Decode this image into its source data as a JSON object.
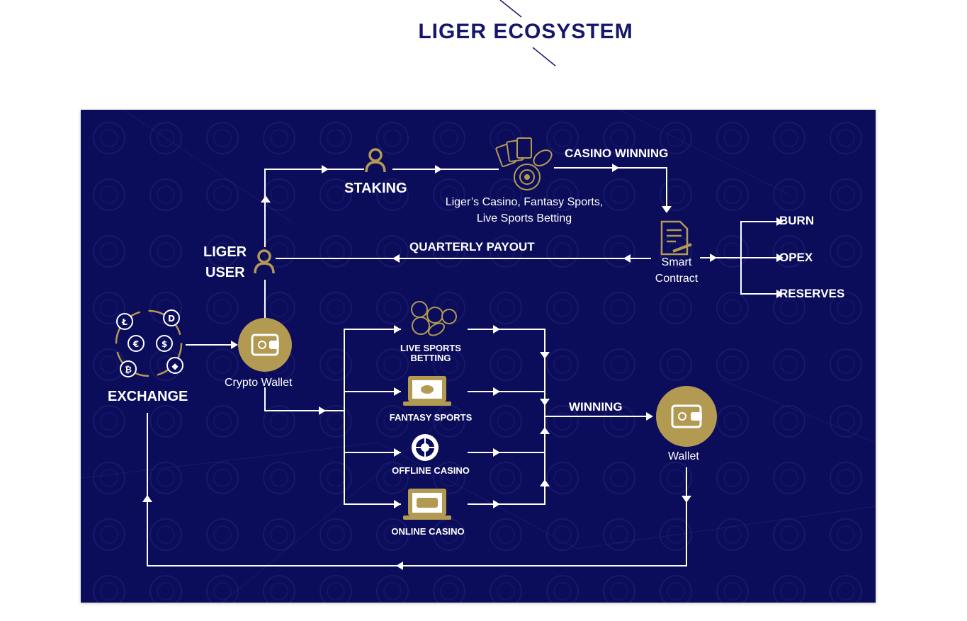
{
  "page": {
    "title": "LIGER ECOSYSTEM"
  },
  "colors": {
    "background": "#0b0c5a",
    "gold": "#b39a52",
    "title": "#16166b",
    "line": "#ffffff"
  },
  "nodes": {
    "staking": "STAKING",
    "casino_caption_line1": "Liger’s Casino, Fantasy Sports,",
    "casino_caption_line2": "Live Sports Betting",
    "casino_winning": "CASINO WINNING",
    "liger_user_line1": "LIGER",
    "liger_user_line2": "USER",
    "quarterly_payout": "QUARTERLY PAYOUT",
    "smart_contract_line1": "Smart",
    "smart_contract_line2": "Contract",
    "burn": "BURN",
    "opex": "OPEX",
    "reserves": "RESERVES",
    "exchange": "EXCHANGE",
    "crypto_wallet": "Crypto Wallet",
    "live_sports_line1": "LIVE SPORTS",
    "live_sports_line2": "BETTING",
    "fantasy_sports": "FANTASY SPORTS",
    "offline_casino": "OFFLINE CASINO",
    "online_casino": "ONLINE CASINO",
    "winning": "WINNING",
    "wallet": "Wallet"
  },
  "icons": {
    "user": "user-icon",
    "casino": "cards-roulette-football-icon",
    "contract": "document-pen-icon",
    "exchange": "currency-cycle-icon",
    "wallet": "wallet-icon",
    "sports": "sports-balls-icon",
    "laptop": "laptop-icon",
    "roulette": "roulette-icon"
  }
}
